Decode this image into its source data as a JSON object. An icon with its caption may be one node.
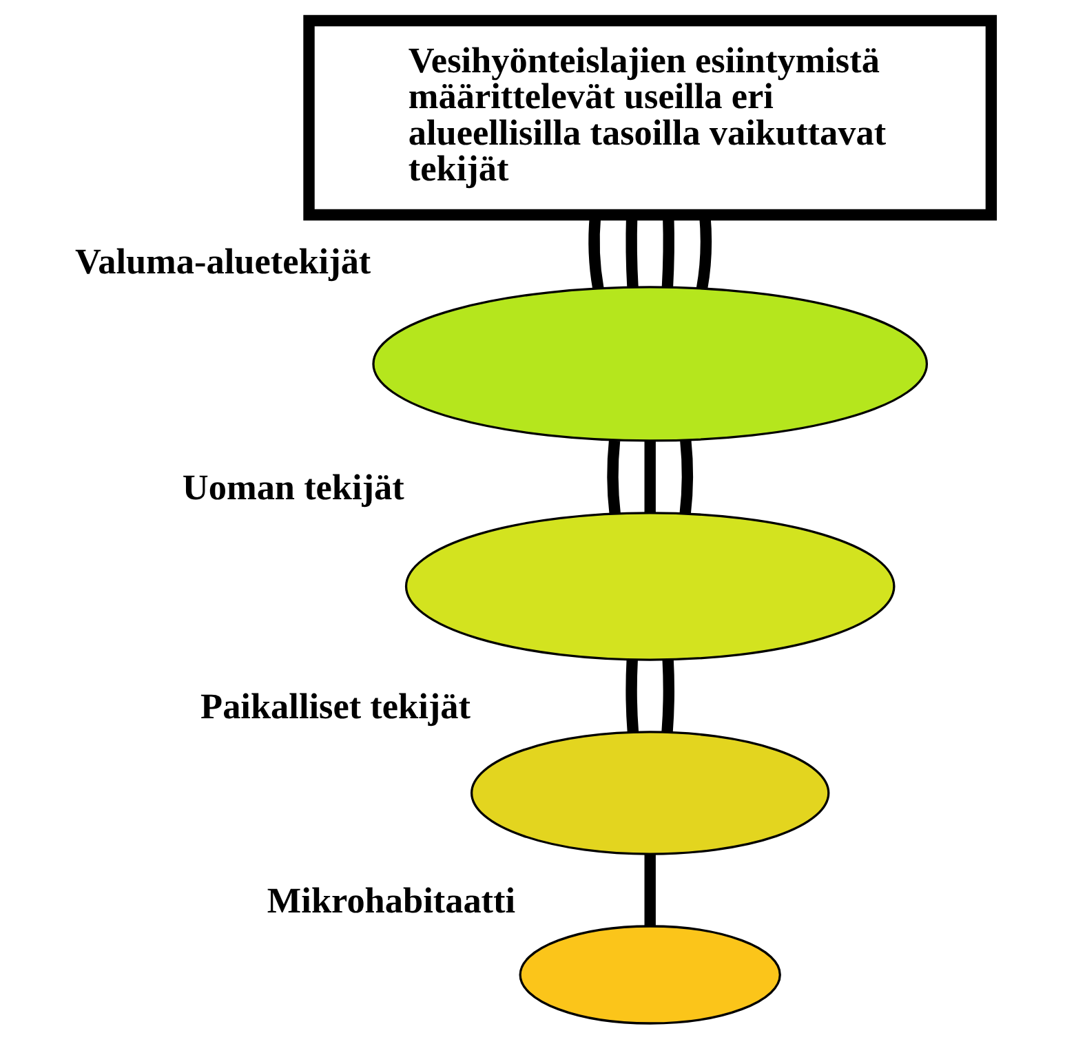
{
  "diagram": {
    "nodes": [
      {
        "text": [
          "Vesihyönteislajien esiintymistä määrittelevät useilla eri alueellisilla tasoilla vaikuttavat tekijät"
        ]
      },
      {
        "text": [],
        "shape": "ellipse",
        "beside": [
          "Valuma-aluetekijät"
        ]
      },
      {
        "text": [],
        "shape": "ellipse",
        "beside": [
          "Uoman tekijät"
        ]
      },
      {
        "text": [],
        "shape": "ellipse",
        "beside": [
          "Paikalliset tekijät"
        ]
      },
      {
        "text": [],
        "shape": "ellipse",
        "beside": [
          "Mikrohabitaatti"
        ]
      }
    ],
    "edges": [
      {
        "from": 0,
        "to": 1,
        "arrow": "none"
      },
      {
        "from": 0,
        "to": 1,
        "arrow": "none"
      },
      {
        "from": 0,
        "to": 1,
        "arrow": "none"
      },
      {
        "from": 0,
        "to": 1,
        "arrow": "none"
      },
      {
        "from": 1,
        "to": 2,
        "arrow": "none"
      },
      {
        "from": 1,
        "to": 2,
        "arrow": "none"
      },
      {
        "from": 1,
        "to": 2,
        "arrow": "none"
      },
      {
        "from": 2,
        "to": 3,
        "arrow": "none"
      },
      {
        "from": 2,
        "to": 3,
        "arrow": "none"
      },
      {
        "from": 3,
        "to": 4,
        "arrow": "none"
      }
    ]
  }
}
